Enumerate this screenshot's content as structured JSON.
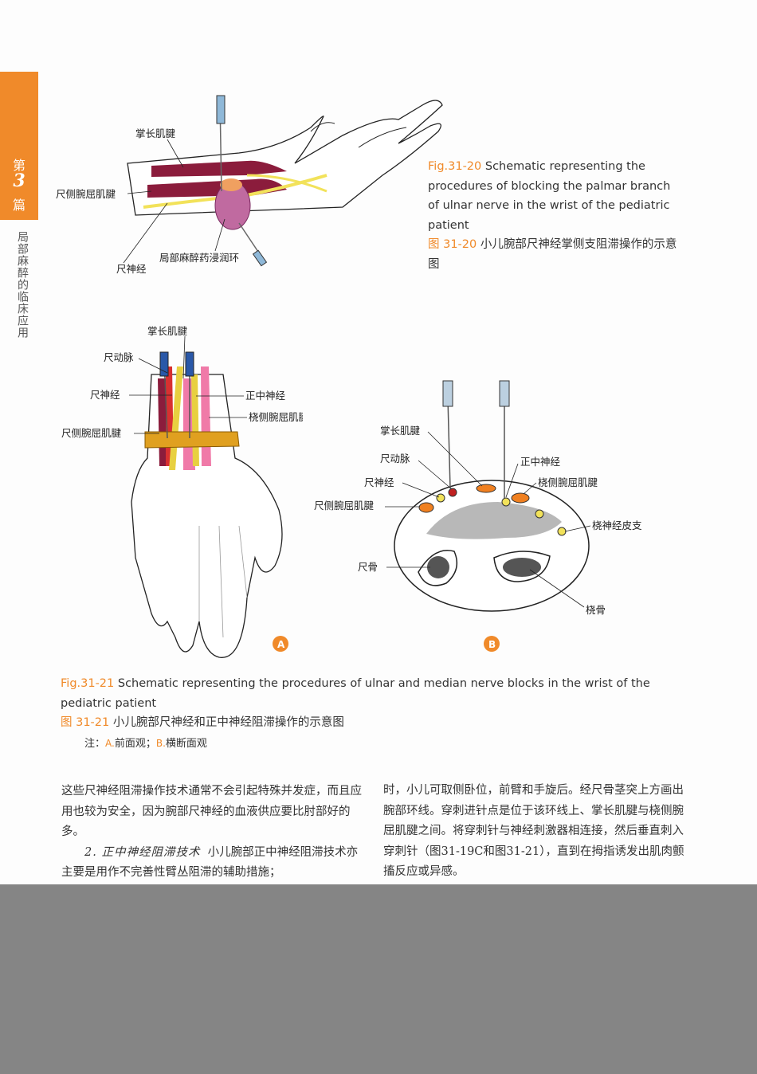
{
  "sidebar": {
    "part_prefix": "第",
    "part_number": "3",
    "part_suffix": "篇",
    "section_title": "局部麻醉的临床应用"
  },
  "fig20": {
    "labels": {
      "palmaris": "掌长肌腱",
      "fcu": "尺侧腕屈肌腱",
      "ulnar_nerve": "尺神经",
      "infiltration": "局部麻醉药浸润环"
    },
    "caption_en_num": "Fig.31-20",
    "caption_en": "Schematic representing the procedures of blocking the palmar branch of ulnar nerve in the wrist of the pediatric patient",
    "caption_cn_num": "图 31-20",
    "caption_cn": "小儿腕部尺神经掌侧支阻滞操作的示意图"
  },
  "fig21a": {
    "labels": {
      "palmaris": "掌长肌腱",
      "ulnar_artery": "尺动脉",
      "ulnar_nerve": "尺神经",
      "fcu": "尺侧腕屈肌腱",
      "median_nerve": "正中神经",
      "fcr": "桡侧腕屈肌腱"
    },
    "badge": "A"
  },
  "fig21b": {
    "labels": {
      "palmaris": "掌长肌腱",
      "ulnar_artery": "尺动脉",
      "ulnar_nerve": "尺神经",
      "fcu": "尺侧腕屈肌腱",
      "ulna": "尺骨",
      "median_nerve": "正中神经",
      "fcr": "桡侧腕屈肌腱",
      "radial_cutaneous": "桡神经皮支",
      "radius": "桡骨"
    },
    "badge": "B"
  },
  "fig21": {
    "caption_en_num": "Fig.31-21",
    "caption_en": "Schematic representing the procedures of ulnar and median nerve blocks in the wrist of the pediatric patient",
    "caption_cn_num": "图 31-21",
    "caption_cn": "小儿腕部尺神经和正中神经阻滞操作的示意图",
    "note_prefix": "注：",
    "note_a_key": "A.",
    "note_a": "前面观；",
    "note_b_key": "B.",
    "note_b": "横断面观"
  },
  "text": {
    "left_p1": "这些尺神经阻滞操作技术通常不会引起特殊并发症，而且应用也较为安全，因为腕部尺神经的血液供应要比肘部好的多。",
    "left_p2_head": "2. 正中神经阻滞技术",
    "left_p2": "小儿腕部正中神经阻滞技术亦主要是用作不完善性臂丛阻滞的辅助措施；",
    "right_p1": "时，小儿可取侧卧位，前臂和手旋后。经尺骨茎突上方画出腕部环线。穿刺进针点是位于该环线上、掌长肌腱与桡侧腕屈肌腱之间。将穿刺针与神经刺激器相连接，然后垂直刺入穿刺针（图31-19C和图31-21），直到在拇指诱发出肌肉颤搐反应或异感。"
  },
  "colors": {
    "accent": "#f08a2a",
    "tendon": "#8b1c3c",
    "nerve": "#f2e25a",
    "infiltration": "#c06aa0",
    "median_pink": "#f07aa8",
    "band": "#e0a020"
  }
}
